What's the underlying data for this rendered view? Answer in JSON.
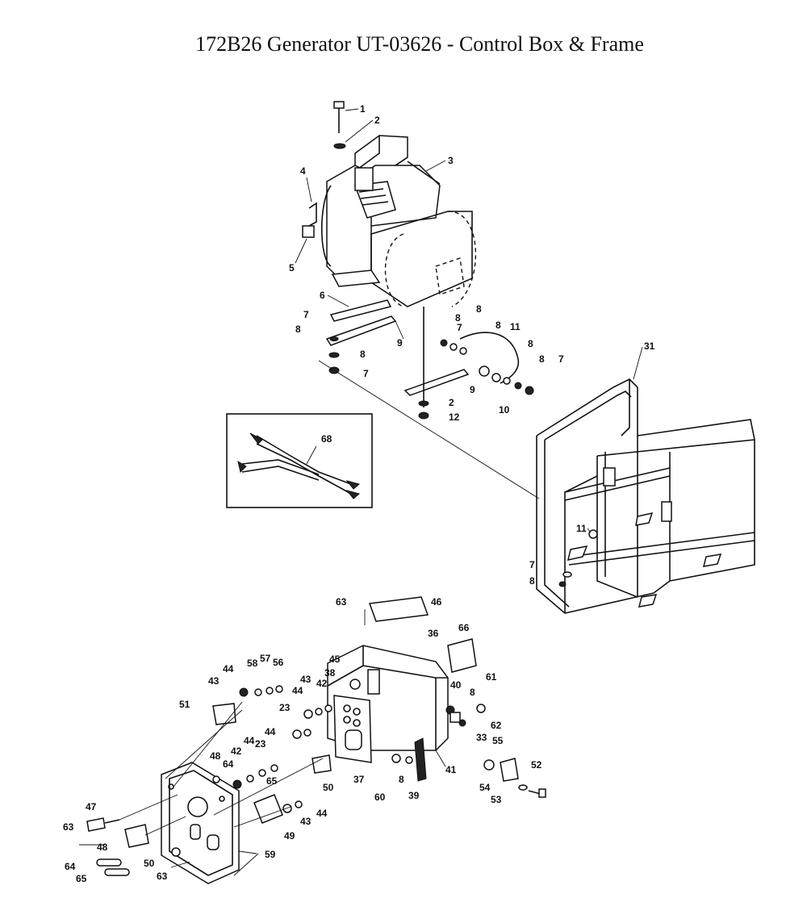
{
  "title": "172B26 Generator UT-03626 - Control Box & Frame",
  "callouts": [
    "1",
    "2",
    "3",
    "4",
    "5",
    "6",
    "7",
    "8",
    "8",
    "9",
    "8",
    "7",
    "8",
    "7",
    "8",
    "11",
    "8",
    "8",
    "7",
    "9",
    "2",
    "12",
    "10",
    "31",
    "68",
    "11",
    "7",
    "8",
    "63",
    "46",
    "36",
    "66",
    "45",
    "38",
    "43",
    "44",
    "42",
    "44",
    "58",
    "57",
    "56",
    "43",
    "40",
    "8",
    "61",
    "62",
    "33",
    "55",
    "51",
    "23",
    "44",
    "23",
    "42",
    "44",
    "48",
    "64",
    "65",
    "37",
    "60",
    "8",
    "39",
    "41",
    "52",
    "54",
    "53",
    "50",
    "47",
    "63",
    "48",
    "49",
    "43",
    "44",
    "50",
    "64",
    "65",
    "63",
    "59"
  ]
}
